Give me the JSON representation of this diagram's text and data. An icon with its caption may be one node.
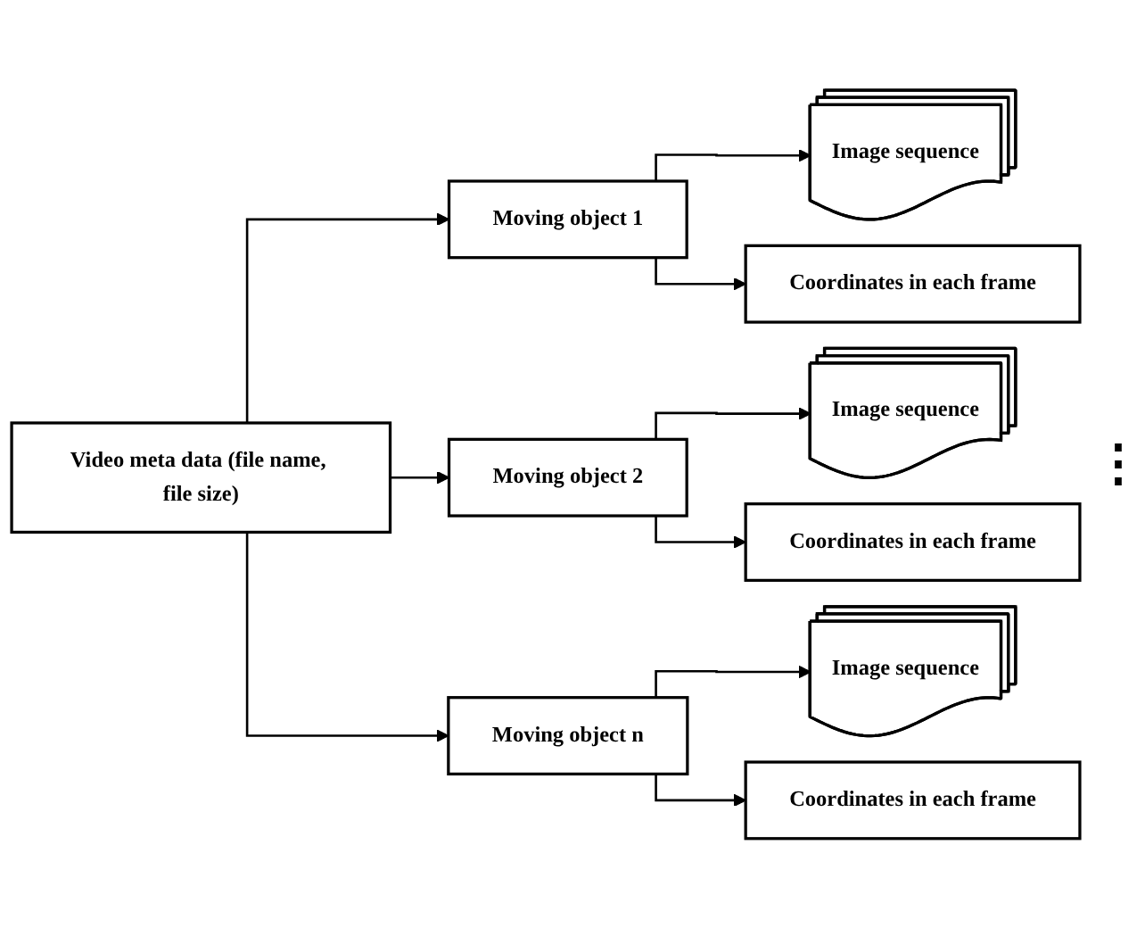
{
  "diagram": {
    "nodes": [
      {
        "text": [
          "Video meta data (file name, file size)"
        ]
      },
      {
        "text": [
          "Moving object 1"
        ]
      },
      {
        "text": [
          "Image sequence"
        ]
      },
      {
        "text": [
          "Coordinates in each frame"
        ]
      },
      {
        "text": [
          "Moving object 2"
        ]
      },
      {
        "text": [
          "Image sequence"
        ]
      },
      {
        "text": [
          "Coordinates in each frame"
        ]
      },
      {
        "text": [
          "Moving object n"
        ]
      },
      {
        "text": [
          "Image sequence"
        ]
      },
      {
        "text": [
          "Coordinates in each frame"
        ]
      }
    ],
    "edges": [
      {
        "from": 0,
        "to": 1,
        "arrow": "to"
      },
      {
        "from": 0,
        "to": 4,
        "arrow": "to"
      },
      {
        "from": 0,
        "to": 7,
        "arrow": "to"
      },
      {
        "from": 1,
        "to": 2,
        "arrow": "to"
      },
      {
        "from": 1,
        "to": 3,
        "arrow": "to"
      },
      {
        "from": 4,
        "to": 5,
        "arrow": "to"
      },
      {
        "from": 4,
        "to": 6,
        "arrow": "to"
      },
      {
        "from": 7,
        "to": 8,
        "arrow": "to"
      },
      {
        "from": 7,
        "to": 9,
        "arrow": "to"
      }
    ],
    "labels": [
      "⋮"
    ]
  }
}
